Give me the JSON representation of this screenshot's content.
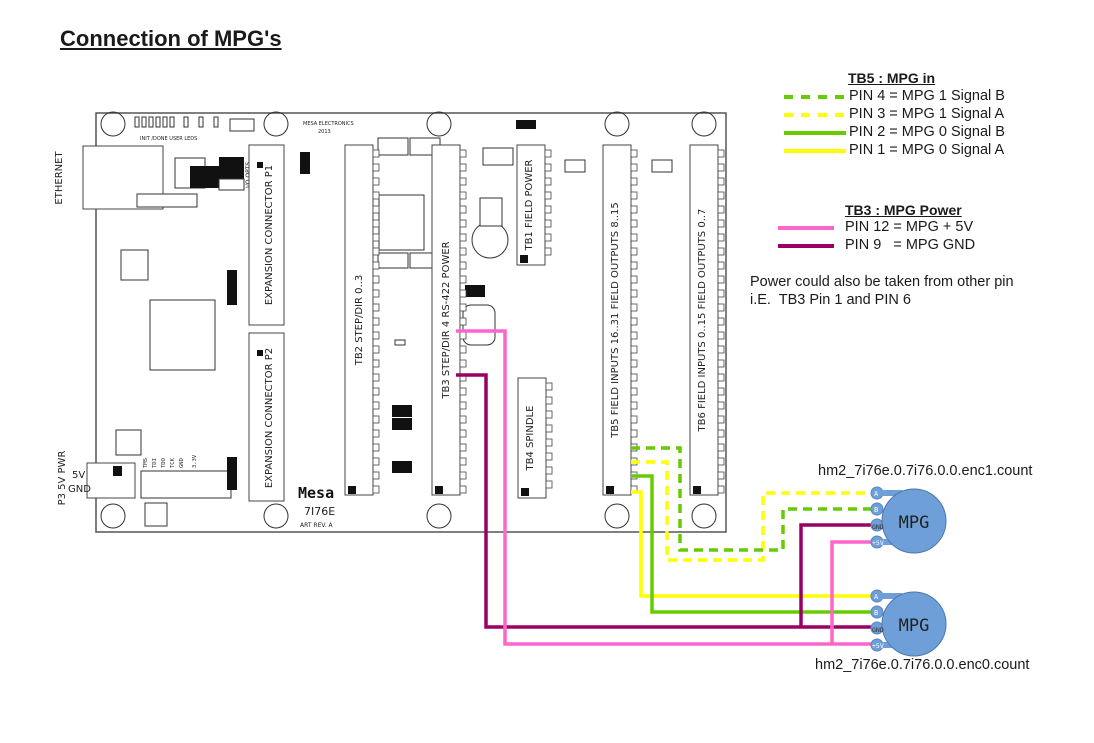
{
  "title": "Connection of MPG's",
  "legend_tb5": {
    "title": "TB5 : MPG in",
    "items": [
      {
        "label": "PIN 4 = MPG 1 Signal B",
        "color": "#66cc00",
        "style": "dashed"
      },
      {
        "label": "PIN 3 = MPG 1 Signal A",
        "color": "#ffff00",
        "style": "dashed"
      },
      {
        "label": "PIN 2 = MPG 0 Signal B",
        "color": "#66cc00",
        "style": "solid"
      },
      {
        "label": "PIN 1 = MPG 0 Signal A",
        "color": "#ffff00",
        "style": "solid"
      }
    ]
  },
  "legend_tb3": {
    "title": "TB3 : MPG Power",
    "items": [
      {
        "label": "PIN 12 = MPG + 5V",
        "color": "#ff66cc",
        "style": "solid"
      },
      {
        "label": "PIN 9   = MPG GND",
        "color": "#990066",
        "style": "solid"
      }
    ]
  },
  "note": {
    "line1": "Power could also be taken from other pin",
    "line2": "i.E.  TB3 Pin 1 and PIN 6"
  },
  "board": {
    "maker": "MESA ELECTRONICS",
    "year": "2013",
    "logo": "Mesa",
    "model": "7I76E",
    "rev": "ART REV. A",
    "side_labels": {
      "ethernet": "ETHERNET",
      "power": "P3  5V  PWR",
      "p3_5v": "5V",
      "p3_gnd": "GND"
    },
    "leds": "INIT /DONE   USER LEDS",
    "io_opts": "I/O OPTS",
    "jtag_pins": [
      "TMS",
      "TDI",
      "TDO",
      "TCK",
      "GND",
      "3.3V"
    ],
    "connectors": [
      {
        "id": "p1",
        "label": "EXPANSION CONNECTOR P1"
      },
      {
        "id": "p2",
        "label": "EXPANSION CONNECTOR P2"
      },
      {
        "id": "tb2",
        "label": "TB2 STEP/DIR 0..3"
      },
      {
        "id": "tb3",
        "label": "TB3 STEP/DIR 4 RS-422 POWER"
      },
      {
        "id": "tb1",
        "label": "TB1 FIELD POWER"
      },
      {
        "id": "tb4",
        "label": "TB4 SPINDLE"
      },
      {
        "id": "tb5",
        "label": "TB5 FIELD INPUTS 16..31 FIELD OUTPUTS 8..15"
      },
      {
        "id": "tb6",
        "label": "TB6 FIELD INPUTS 0..15 FIELD OUTPUTS 0..7"
      }
    ]
  },
  "mpgs": [
    {
      "id": "mpg1",
      "label": "MPG",
      "hal_pin": "hm2_7i76e.0.7i76.0.0.enc1.count",
      "pins": [
        "A",
        "B",
        "GND",
        "+5V"
      ],
      "fill": "#6f9fd8"
    },
    {
      "id": "mpg0",
      "label": "MPG",
      "hal_pin": "hm2_7i76e.0.7i76.0.0.enc0.count",
      "pins": [
        "A",
        "B",
        "GND",
        "+5V"
      ],
      "fill": "#6f9fd8"
    }
  ]
}
